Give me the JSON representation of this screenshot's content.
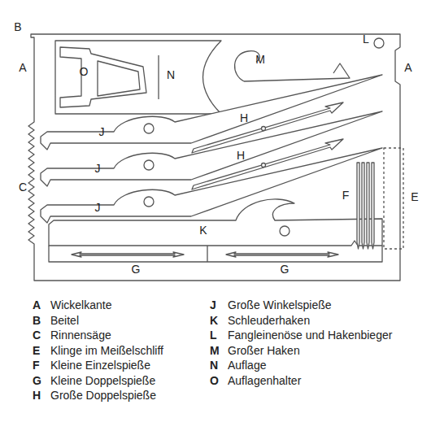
{
  "diagram": {
    "labels": [
      "A",
      "A",
      "B",
      "C",
      "E",
      "F",
      "G",
      "G",
      "H",
      "H",
      "J",
      "J",
      "J",
      "K",
      "L",
      "M",
      "N",
      "O",
      "A",
      "Wickelkante",
      "B",
      "Beitel",
      "C",
      "Rinnensäge",
      "E",
      "Klinge im Meißelschliff",
      "F",
      "Kleine Einzelspieße",
      "G",
      "Kleine Doppelspieße",
      "H",
      "Große Doppelspieße",
      "J",
      "Große Winkelspieße",
      "K",
      "Schleuderhaken",
      "L",
      "Fangleinenöse und Hakenbieger",
      "M",
      "Großer Haken",
      "N",
      "Auflage",
      "O",
      "Auflagenhalter"
    ]
  }
}
